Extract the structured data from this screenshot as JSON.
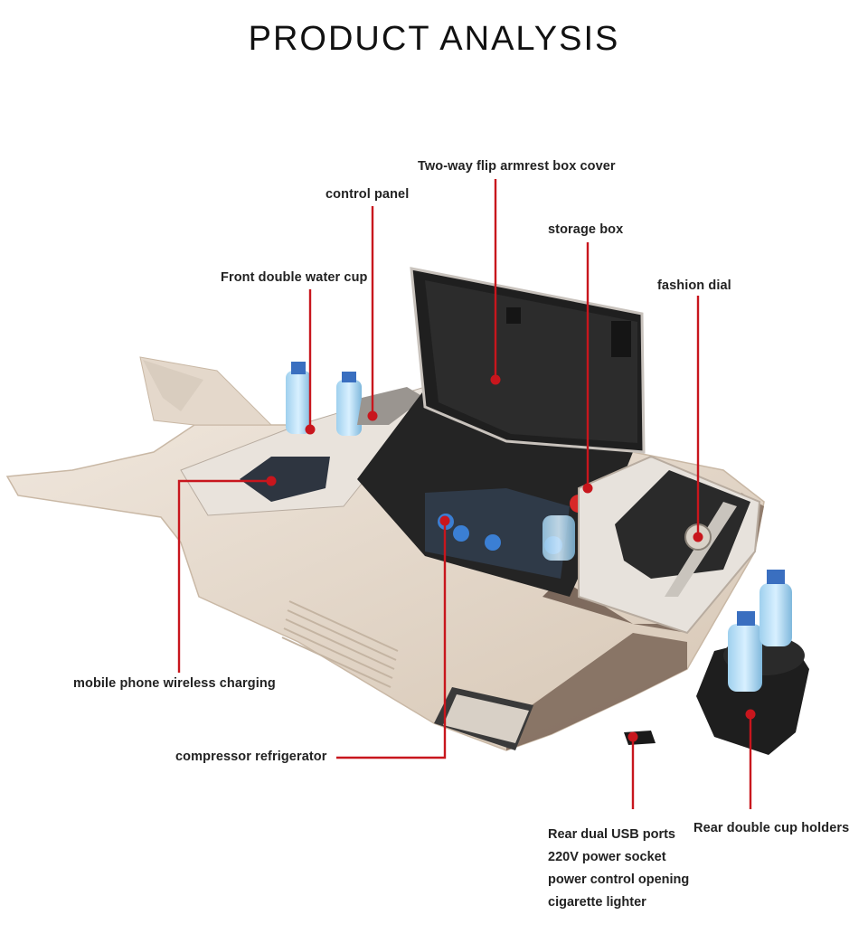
{
  "title": "PRODUCT ANALYSIS",
  "accent_color": "#c8161d",
  "labels": {
    "armrest_cover": "Two-way flip armrest box cover",
    "control_panel": "control panel",
    "storage_box": "storage box",
    "front_cup": "Front double water cup",
    "fashion_dial": "fashion dial",
    "wireless_charging": "mobile phone wireless charging",
    "compressor": "compressor refrigerator",
    "rear_cups": "Rear double cup holders",
    "rear_ports": [
      "Rear dual USB ports",
      "220V power socket",
      "power control opening",
      "cigarette lighter"
    ]
  }
}
